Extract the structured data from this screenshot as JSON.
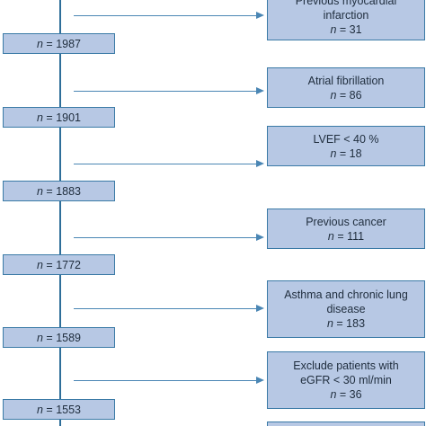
{
  "retained": [
    {
      "n_label": "n",
      "n_value": "= 1987"
    },
    {
      "n_label": "n",
      "n_value": "= 1901"
    },
    {
      "n_label": "n",
      "n_value": "= 1883"
    },
    {
      "n_label": "n",
      "n_value": "= 1772"
    },
    {
      "n_label": "n",
      "n_value": "= 1589"
    },
    {
      "n_label": "n",
      "n_value": "= 1553"
    }
  ],
  "excluded": [
    {
      "line1": "Previous myocardial",
      "line2": "infarction",
      "n_label": "n",
      "n_value": "= 31"
    },
    {
      "line1": "Atrial fibrillation",
      "line2": "",
      "n_label": "n",
      "n_value": "= 86"
    },
    {
      "line1": "LVEF < 40 %",
      "line2": "",
      "n_label": "n",
      "n_value": "= 18"
    },
    {
      "line1": "Previous cancer",
      "line2": "",
      "n_label": "n",
      "n_value": "= 111"
    },
    {
      "line1": "Asthma and chronic lung",
      "line2": "disease",
      "n_label": "n",
      "n_value": "= 183"
    },
    {
      "line1": "Exclude patients with",
      "line2": "eGFR < 30 ml/min",
      "n_label": "n",
      "n_value": "= 36"
    }
  ],
  "colors": {
    "box_fill": "#b7c8e4",
    "box_border": "#3a7aa6",
    "line": "#2e6e99",
    "arrow": "#4a86b4"
  }
}
